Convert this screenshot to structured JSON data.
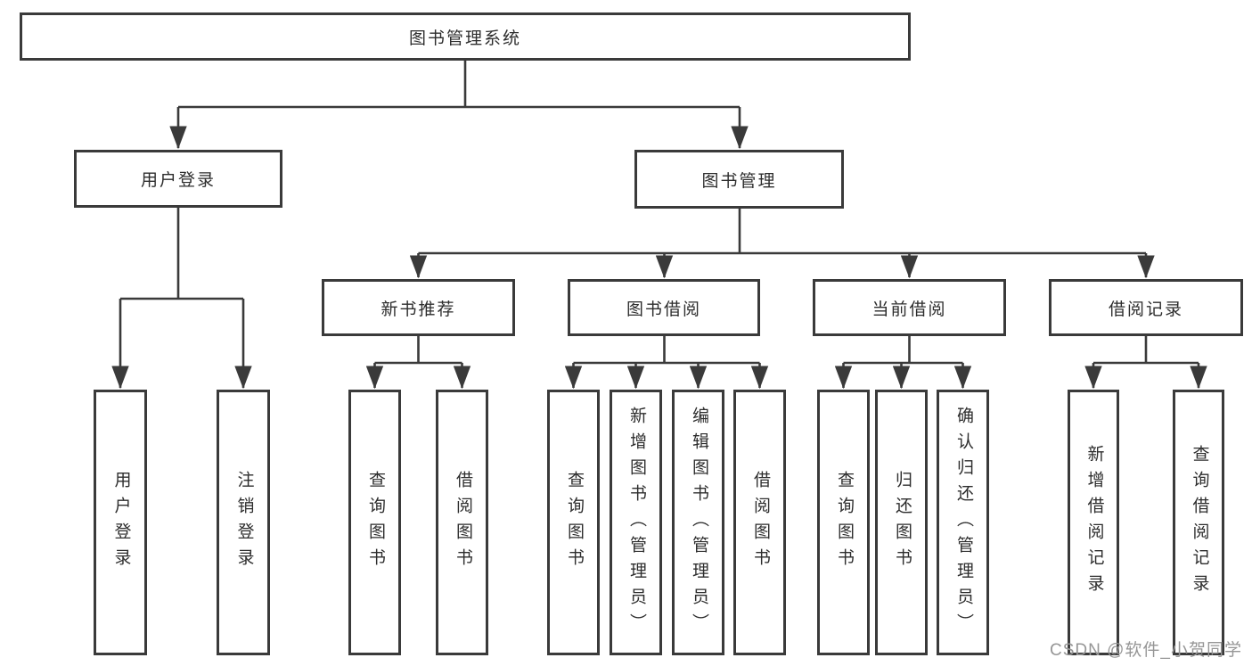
{
  "tree": {
    "root": {
      "label": "图书管理系统",
      "children": [
        {
          "label": "用户登录",
          "children": [
            {
              "label": "用户登录"
            },
            {
              "label": "注销登录"
            }
          ]
        },
        {
          "label": "图书管理",
          "children": [
            {
              "label": "新书推荐",
              "children": [
                {
                  "label": "查询图书"
                },
                {
                  "label": "借阅图书"
                }
              ]
            },
            {
              "label": "图书借阅",
              "children": [
                {
                  "label": "查询图书"
                },
                {
                  "label": "新增图书（管理员）"
                },
                {
                  "label": "编辑图书（管理员）"
                },
                {
                  "label": "借阅图书"
                }
              ]
            },
            {
              "label": "当前借阅",
              "children": [
                {
                  "label": "查询图书"
                },
                {
                  "label": "归还图书"
                },
                {
                  "label": "确认归还（管理员）"
                }
              ]
            },
            {
              "label": "借阅记录",
              "children": [
                {
                  "label": "新增借阅记录"
                },
                {
                  "label": "查询借阅记录"
                }
              ]
            }
          ]
        }
      ]
    }
  },
  "watermark": "CSDN @软件_小贺同学",
  "colors": {
    "line": "#3a3a3a",
    "text": "#2d2d2d",
    "watermark": "#969696",
    "background": "#ffffff"
  }
}
